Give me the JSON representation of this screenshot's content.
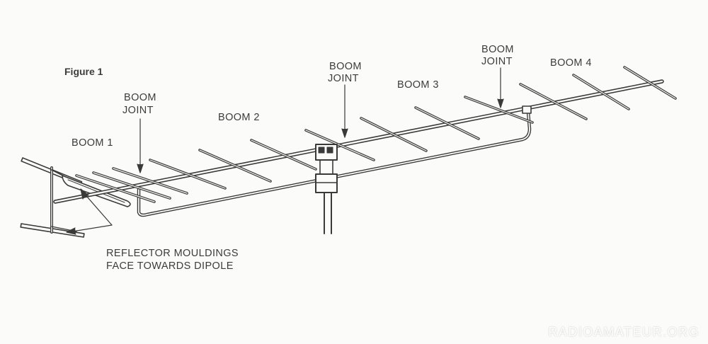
{
  "figure": {
    "title": "Figure 1",
    "labels": {
      "boom1": "BOOM 1",
      "boom2": "BOOM 2",
      "boom3": "BOOM 3",
      "boom4": "BOOM 4",
      "joint1_line1": "BOOM",
      "joint1_line2": "JOINT",
      "joint2_line1": "BOOM",
      "joint2_line2": "JOINT",
      "joint3_line1": "BOOM",
      "joint3_line2": "JOINT",
      "reflector_line1": "REFLECTOR MOULDINGS",
      "reflector_line2": "FACE TOWARDS DIPOLE"
    },
    "watermark": "RADIOAMATEUR.ORG"
  },
  "colors": {
    "ink": "#3a3a3a",
    "paper": "#fbfbf9"
  }
}
